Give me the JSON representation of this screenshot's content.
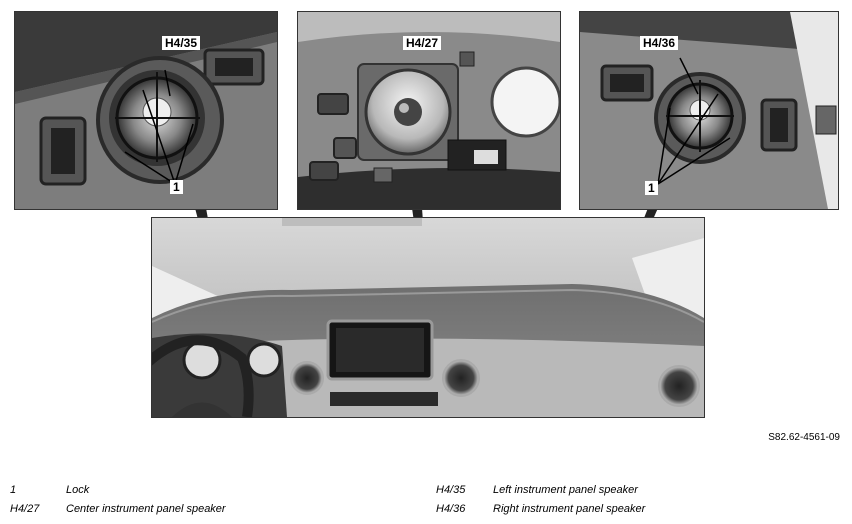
{
  "callouts": {
    "left_speaker": "H4/35",
    "center_speaker": "H4/27",
    "right_speaker": "H4/36",
    "lock_left": "1",
    "lock_right": "1"
  },
  "figure_id": "S82.62-4561-09",
  "legend": [
    {
      "code": "1",
      "description": "Lock"
    },
    {
      "code": "H4/27",
      "description": "Center instrument panel speaker"
    },
    {
      "code": "H4/35",
      "description": "Left instrument panel speaker"
    },
    {
      "code": "H4/36",
      "description": "Right instrument panel speaker"
    }
  ]
}
